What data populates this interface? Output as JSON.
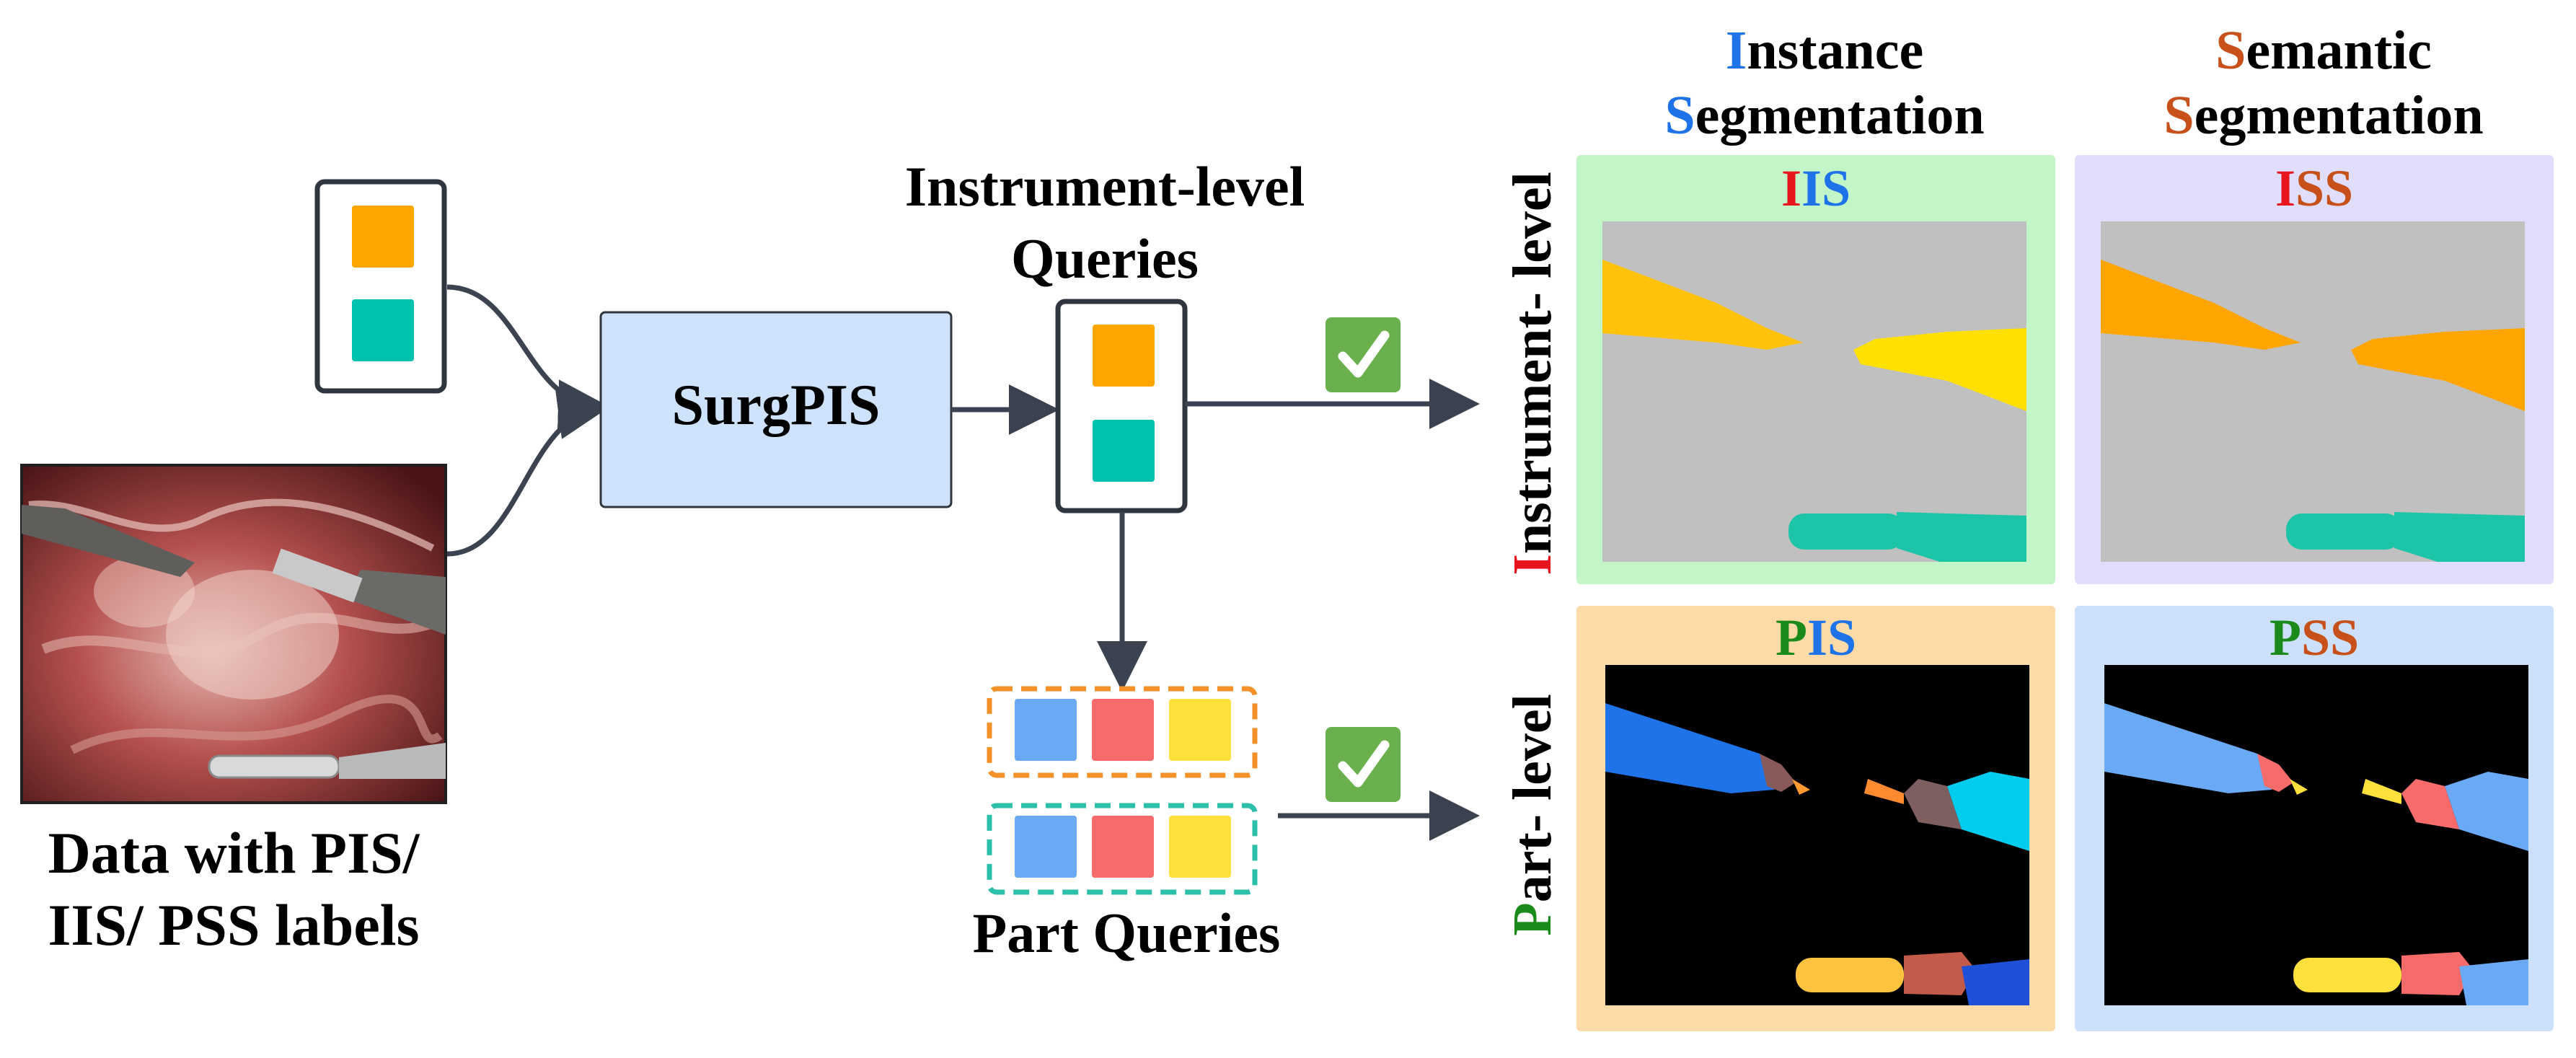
{
  "input_caption": [
    "Data with PIS/",
    "IIS/ PSS labels"
  ],
  "model_label": "SurgPIS",
  "instrument_queries_label": [
    "Instrument-level",
    "Queries"
  ],
  "part_queries_label": "Part Queries",
  "columns": {
    "instance": {
      "first_letters": [
        "I",
        "S"
      ],
      "lines": [
        "nstance",
        "egmentation"
      ]
    },
    "semantic": {
      "first_letters": [
        "S",
        "S"
      ],
      "lines": [
        "emantic",
        "egmentation"
      ]
    }
  },
  "rows": {
    "instrument": {
      "first_letter": "I",
      "rest": "nstrument- level"
    },
    "part": {
      "first_letter": "P",
      "rest": "art- level"
    }
  },
  "panels": {
    "iis": {
      "l1": "I",
      "l2": "IS"
    },
    "iss": {
      "l1": "I",
      "l2": "SS"
    },
    "pis": {
      "l1": "P",
      "l2": "IS"
    },
    "pss": {
      "l1": "P",
      "l2": "SS"
    }
  },
  "colors": {
    "orange_query": "#ffa500",
    "teal_query": "#00c0ae",
    "blue_part": "#6aa9f5",
    "red_part": "#f76b6b",
    "yellow_part": "#ffe03d",
    "instance_blue": "#1e73e8",
    "semantic_orange": "#c8501a",
    "instrument_red": "#e8141e",
    "part_green": "#1a8a1a",
    "checkmark_green": "#6ab04c",
    "model_box_fill": "#cfe2fb",
    "panel_green": "#c2f5c8",
    "panel_lavender": "#e0defb",
    "panel_peach": "#fcdba8",
    "panel_lightblue": "#cde0fb"
  }
}
